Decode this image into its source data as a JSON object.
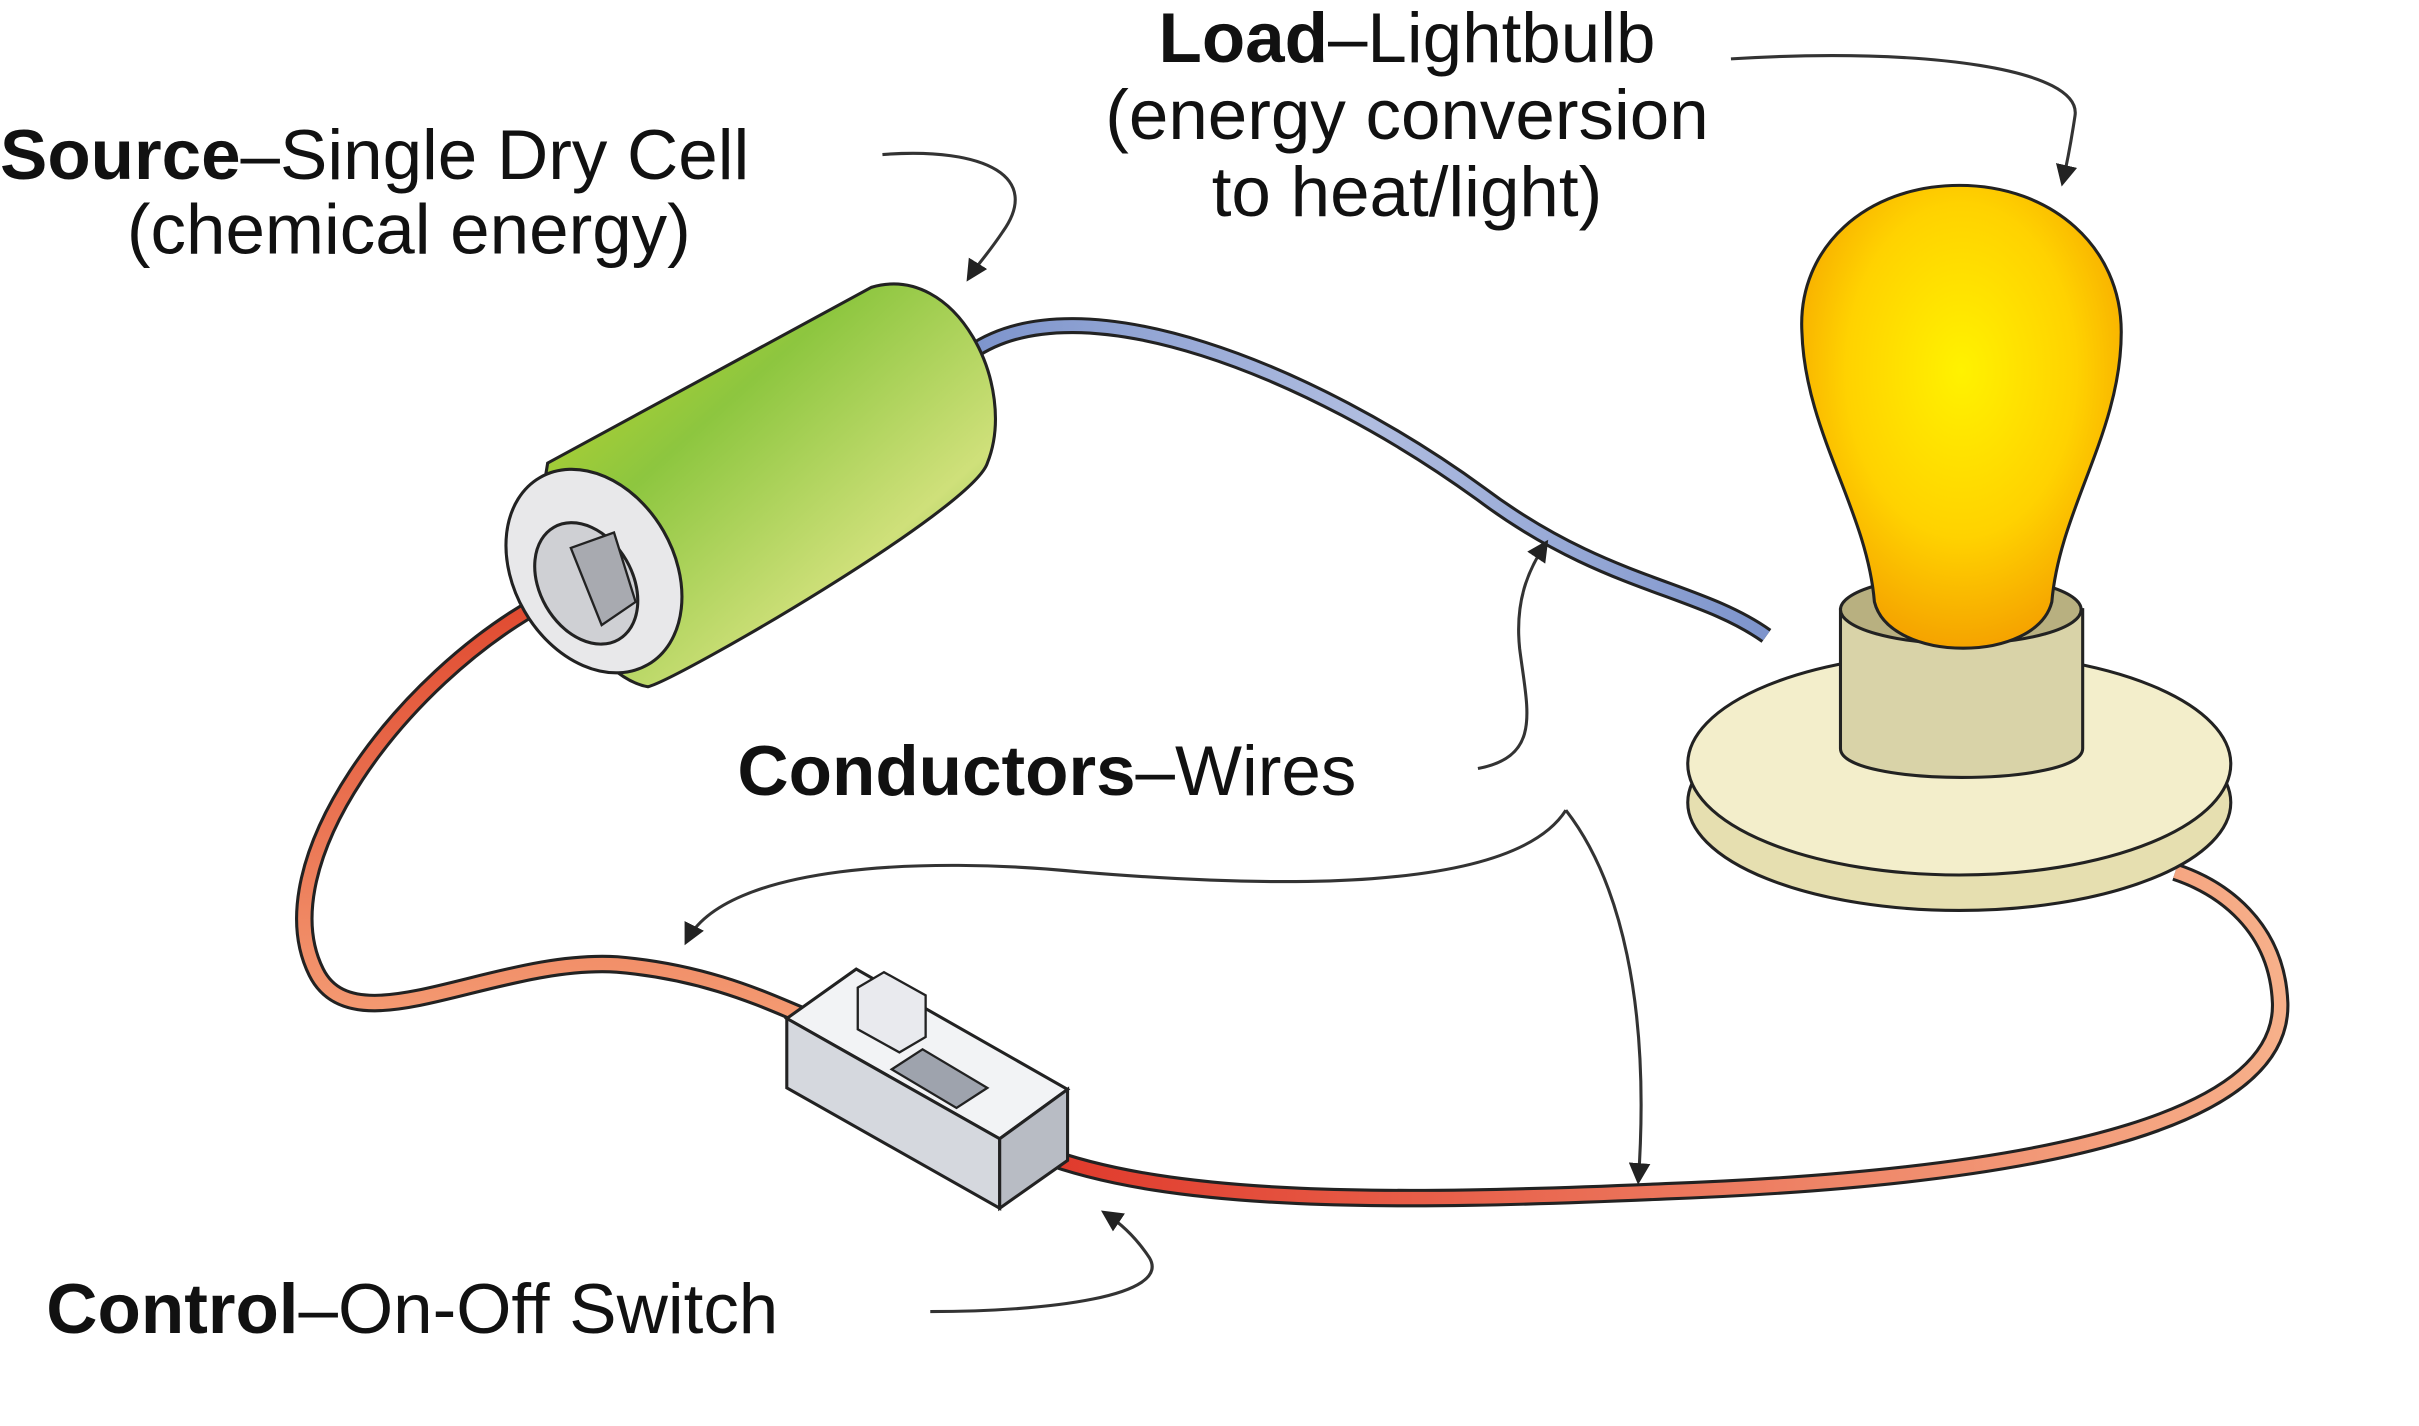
{
  "diagram": {
    "title": "Simple electric circuit",
    "labels": {
      "source": {
        "term": "Source",
        "sep": "–",
        "desc": "Single Dry Cell",
        "note": "(chemical energy)"
      },
      "load": {
        "term": "Load",
        "sep": "–",
        "desc": "Lightbulb",
        "note1": "(energy conversion",
        "note2": "to heat/light)"
      },
      "conductors": {
        "term": "Conductors",
        "sep": "–",
        "desc": "Wires"
      },
      "control": {
        "term": "Control",
        "sep": "–",
        "desc": "On-Off Switch"
      }
    },
    "components": [
      "dry-cell battery",
      "lightbulb",
      "on-off switch",
      "wires"
    ],
    "colors": {
      "battery_green": "#8dc63f",
      "bulb_yellow": "#ffd200",
      "wire_blue": "#8399cc",
      "wire_red": "#e0392b",
      "wire_orange": "#f4a67c",
      "base_cream": "#efe9c2",
      "switch_gray": "#d5d8de"
    }
  }
}
